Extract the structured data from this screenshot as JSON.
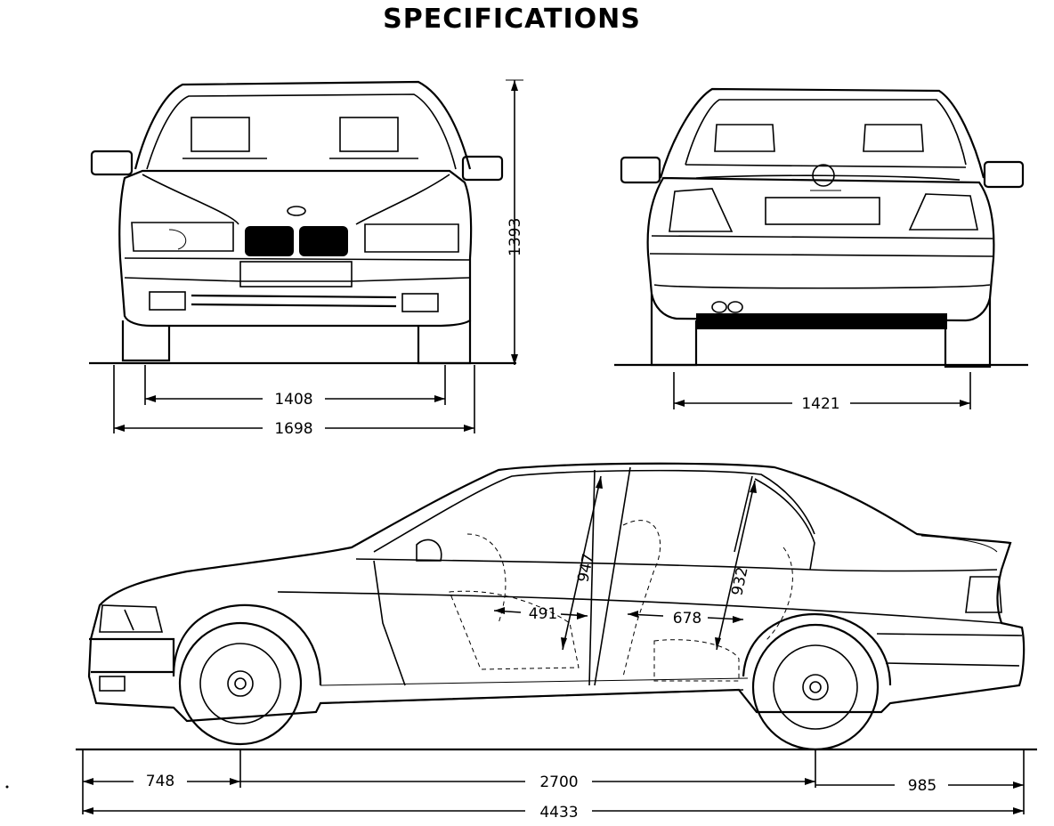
{
  "title": "SPECIFICATIONS",
  "front_view": {
    "height": "1393",
    "track_front": "1408",
    "overall_width": "1698"
  },
  "rear_view": {
    "track_rear": "1421"
  },
  "side_view": {
    "front_overhang": "748",
    "wheelbase": "2700",
    "rear_overhang": "985",
    "overall_length": "4433",
    "front_headroom": "947",
    "rear_headroom": "932",
    "front_legroom": "491",
    "rear_legroom": "678"
  }
}
